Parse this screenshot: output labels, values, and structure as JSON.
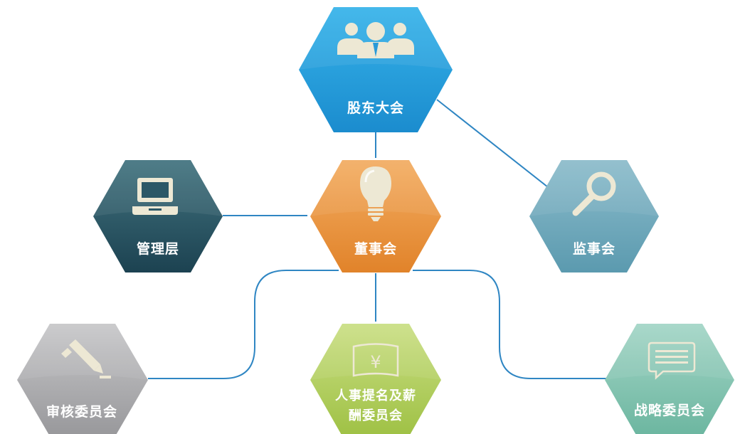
{
  "nodes": {
    "shareholders": {
      "label": "股东大会",
      "icon": "people-group-icon",
      "color_top": "#34afe6",
      "color_bottom": "#1e90cf"
    },
    "board": {
      "label": "董事会",
      "icon": "lightbulb-icon",
      "color_top": "#f2a85a",
      "color_bottom": "#e2862c"
    },
    "management": {
      "label": "管理层",
      "icon": "laptop-icon",
      "color_top": "#3e6f7c",
      "color_bottom": "#1f4453"
    },
    "supervisory": {
      "label": "监事会",
      "icon": "magnifier-icon",
      "color_top": "#86b8c8",
      "color_bottom": "#5f9db2"
    },
    "audit": {
      "label": "审核委员会",
      "icon": "pencil-icon",
      "color_top": "#c3c3c5",
      "color_bottom": "#9d9da0"
    },
    "nomination": {
      "label_line1": "人事提名及薪",
      "label_line2": "酬委员会",
      "icon": "yuan-banknote-icon",
      "color_top": "#c6db7e",
      "color_bottom": "#a3c44c"
    },
    "strategy": {
      "label": "战略委员会",
      "icon": "speech-document-icon",
      "color_top": "#9fd2c2",
      "color_bottom": "#70b9a4"
    }
  },
  "connector_color": "#2f86c3",
  "icon_color": "#ede8d4"
}
